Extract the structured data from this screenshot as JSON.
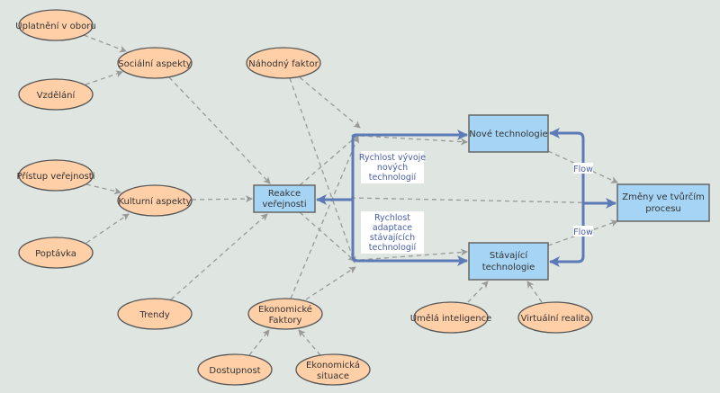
{
  "nodes": {
    "uplatneni": "Uplatnění v oboru",
    "vzdelani": "Vzdělání",
    "socialni": "Sociální aspekty",
    "pristup": "Přístup veřejnosti",
    "kulturni": "Kulturní aspekty",
    "poptavka": "Poptávka",
    "trendy": "Trendy",
    "nahodny": "Náhodný faktor",
    "ekonomicke_1": "Ekonomické",
    "ekonomicke_2": "Faktory",
    "dostupnost": "Dostupnost",
    "situace_1": "Ekonomická",
    "situace_2": "situace",
    "ai": "Umělá inteligence",
    "vr": "Virtuální realita"
  },
  "stocks": {
    "reakce_1": "Reakce",
    "reakce_2": "veřejnosti",
    "nove": "Nové technologie",
    "stavajici_1": "Stávající",
    "stavajici_2": "technologie",
    "zmeny_1": "Změny ve tvůrčím",
    "zmeny_2": "procesu"
  },
  "flows": {
    "vyvoj": [
      "Rychlost vývoje",
      "nových",
      "technologií"
    ],
    "adaptace": [
      "Rychlost",
      "adaptace",
      "stávajících",
      "technologií"
    ],
    "flow1": "Flow",
    "flow2": "Flow"
  },
  "colors": {
    "background": "#dfe6e1",
    "variable": "#ffcfa8",
    "stock": "#a6d4f5",
    "flow": "#5c79b8",
    "link": "#999999"
  }
}
